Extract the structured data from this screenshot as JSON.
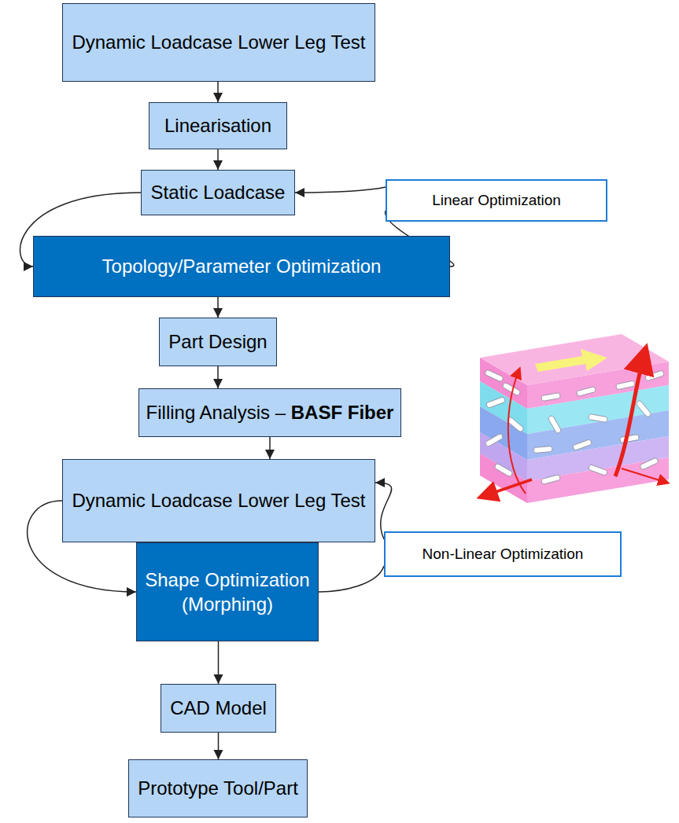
{
  "diagram": {
    "nodes": [
      {
        "text": [
          "Dynamic Loadcase Lower Leg Test"
        ]
      },
      {
        "text": [
          "Linearisation"
        ]
      },
      {
        "text": [
          "Static Loadcase"
        ]
      },
      {
        "text": [
          "Linear Optimization"
        ]
      },
      {
        "text": [
          "Topology/Parameter Optimization"
        ]
      },
      {
        "text": [
          "Part Design"
        ]
      },
      {
        "text": [
          "Filling Analysis –",
          "BASF Fiber"
        ]
      },
      {
        "text": [
          "Dynamic Loadcase Lower Leg Test"
        ]
      },
      {
        "text": [
          "Non-Linear Optimization"
        ]
      },
      {
        "text": [
          "Shape Optimization (Morphing)"
        ]
      },
      {
        "text": [
          "CAD Model"
        ]
      },
      {
        "text": [
          "Prototype Tool/Part"
        ]
      }
    ],
    "edges": [
      {
        "from": 0,
        "to": 1,
        "arrow": "to"
      },
      {
        "from": 1,
        "to": 2,
        "arrow": "to"
      },
      {
        "from": 2,
        "to": 4,
        "arrow": "to"
      },
      {
        "from": 4,
        "to": 3,
        "arrow": "none"
      },
      {
        "from": 3,
        "to": 2,
        "arrow": "to"
      },
      {
        "from": 4,
        "to": 5,
        "arrow": "to"
      },
      {
        "from": 5,
        "to": 6,
        "arrow": "to"
      },
      {
        "from": 6,
        "to": 7,
        "arrow": "to"
      },
      {
        "from": 7,
        "to": 9,
        "arrow": "to"
      },
      {
        "from": 9,
        "to": 8,
        "arrow": "none"
      },
      {
        "from": 8,
        "to": 7,
        "arrow": "to"
      },
      {
        "from": 9,
        "to": 10,
        "arrow": "to"
      },
      {
        "from": 10,
        "to": 11,
        "arrow": "to"
      }
    ]
  }
}
